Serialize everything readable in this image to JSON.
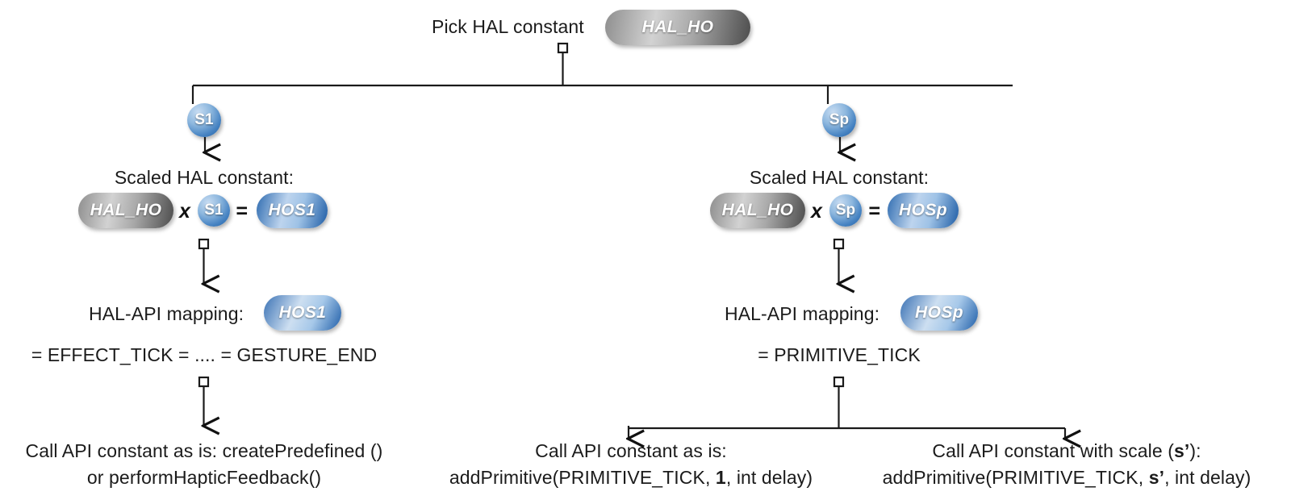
{
  "diagram": {
    "title_row": {
      "label": "Pick HAL constant",
      "token": "HAL_HO"
    },
    "branches": [
      {
        "id": "s1",
        "edge_label": "S1",
        "scaled": {
          "caption": "Scaled HAL constant:",
          "operand_a": "HAL_HO",
          "operator_times": "x",
          "operand_b": "S1",
          "operator_equals": "=",
          "result": "HOS1"
        },
        "mapping": {
          "caption": "HAL-API mapping:",
          "token": "HOS1",
          "expansion": "= EFFECT_TICK = .... = GESTURE_END"
        },
        "leaves": [
          {
            "line1": "Call API constant as is: createPredefined ()",
            "line2": "or performHapticFeedback()"
          }
        ]
      },
      {
        "id": "sp",
        "edge_label": "Sp",
        "scaled": {
          "caption": "Scaled HAL constant:",
          "operand_a": "HAL_HO",
          "operator_times": "x",
          "operand_b": "Sp",
          "operator_equals": "=",
          "result": "HOSp"
        },
        "mapping": {
          "caption": "HAL-API mapping:",
          "token": "HOSp",
          "expansion": "= PRIMITIVE_TICK"
        },
        "leaves": [
          {
            "line1": "Call API constant as is:",
            "line2_pre": "addPrimitive(PRIMITIVE_TICK, ",
            "line2_bold": "1",
            "line2_post": ", int delay)"
          },
          {
            "line1_pre": "Call API constant with scale (",
            "line1_bold": "s’",
            "line1_post": "):",
            "line2_pre": "addPrimitive(PRIMITIVE_TICK, ",
            "line2_bold": "s’",
            "line2_post": ", int delay)"
          }
        ]
      }
    ],
    "colors": {
      "wire": "#1a1a1a",
      "token_blue_dark": "#1d5ba4",
      "token_blue_light": "#bdd4ee",
      "token_grey_dark": "#4d4d4d",
      "token_grey_light": "#d2d2d2",
      "text": "#1b1b1b",
      "background": "#ffffff"
    }
  }
}
